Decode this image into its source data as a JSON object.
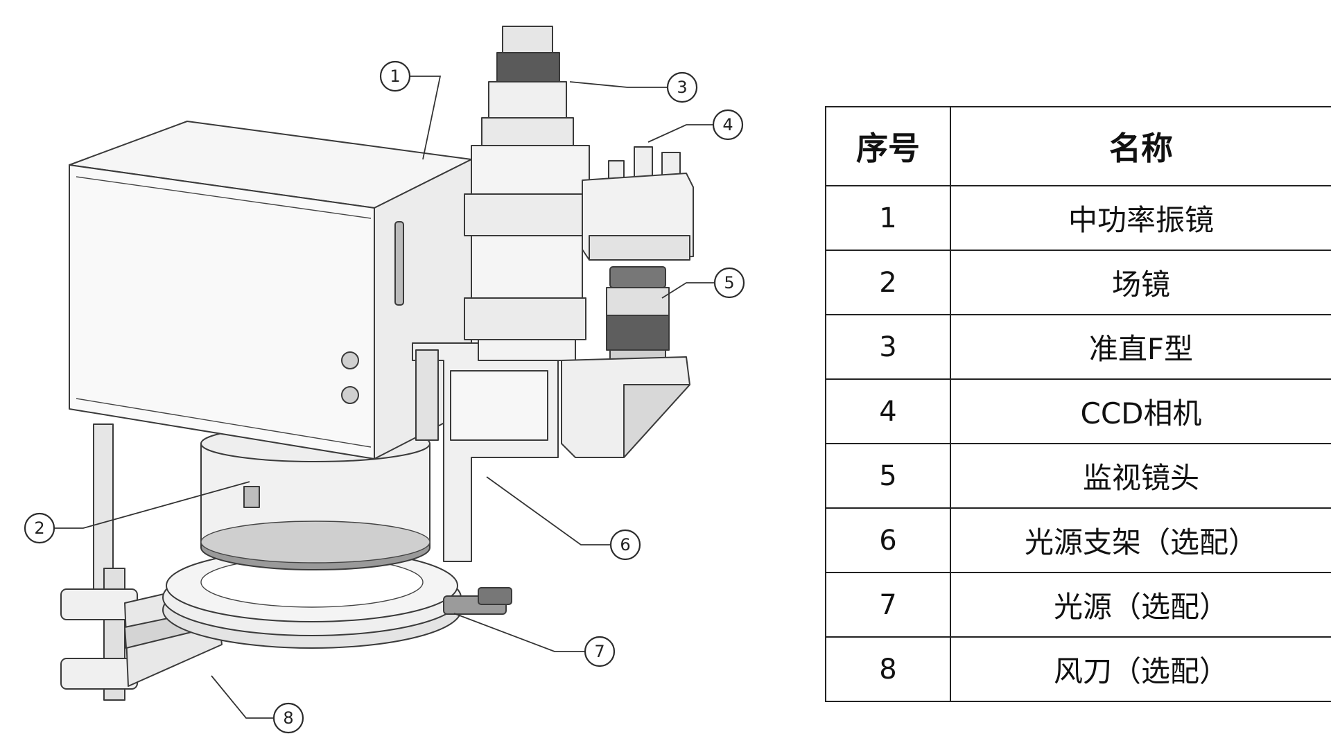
{
  "figure": {
    "callouts": [
      "1",
      "2",
      "3",
      "4",
      "5",
      "6",
      "7",
      "8"
    ]
  },
  "table": {
    "header": {
      "index": "序号",
      "name": "名称"
    },
    "rows": [
      {
        "index": "1",
        "name": "中功率振镜"
      },
      {
        "index": "2",
        "name": "场镜"
      },
      {
        "index": "3",
        "name": "准直F型"
      },
      {
        "index": "4",
        "name": "CCD相机"
      },
      {
        "index": "5",
        "name": "监视镜头"
      },
      {
        "index": "6",
        "name": "光源支架（选配）"
      },
      {
        "index": "7",
        "name": "光源（选配）"
      },
      {
        "index": "8",
        "name": "风刀（选配）"
      }
    ]
  },
  "colors": {
    "line": "#333333",
    "metal_light": "#f2f2f2",
    "metal_mid": "#d9d9d9",
    "metal_dark": "#8a8a8a"
  }
}
